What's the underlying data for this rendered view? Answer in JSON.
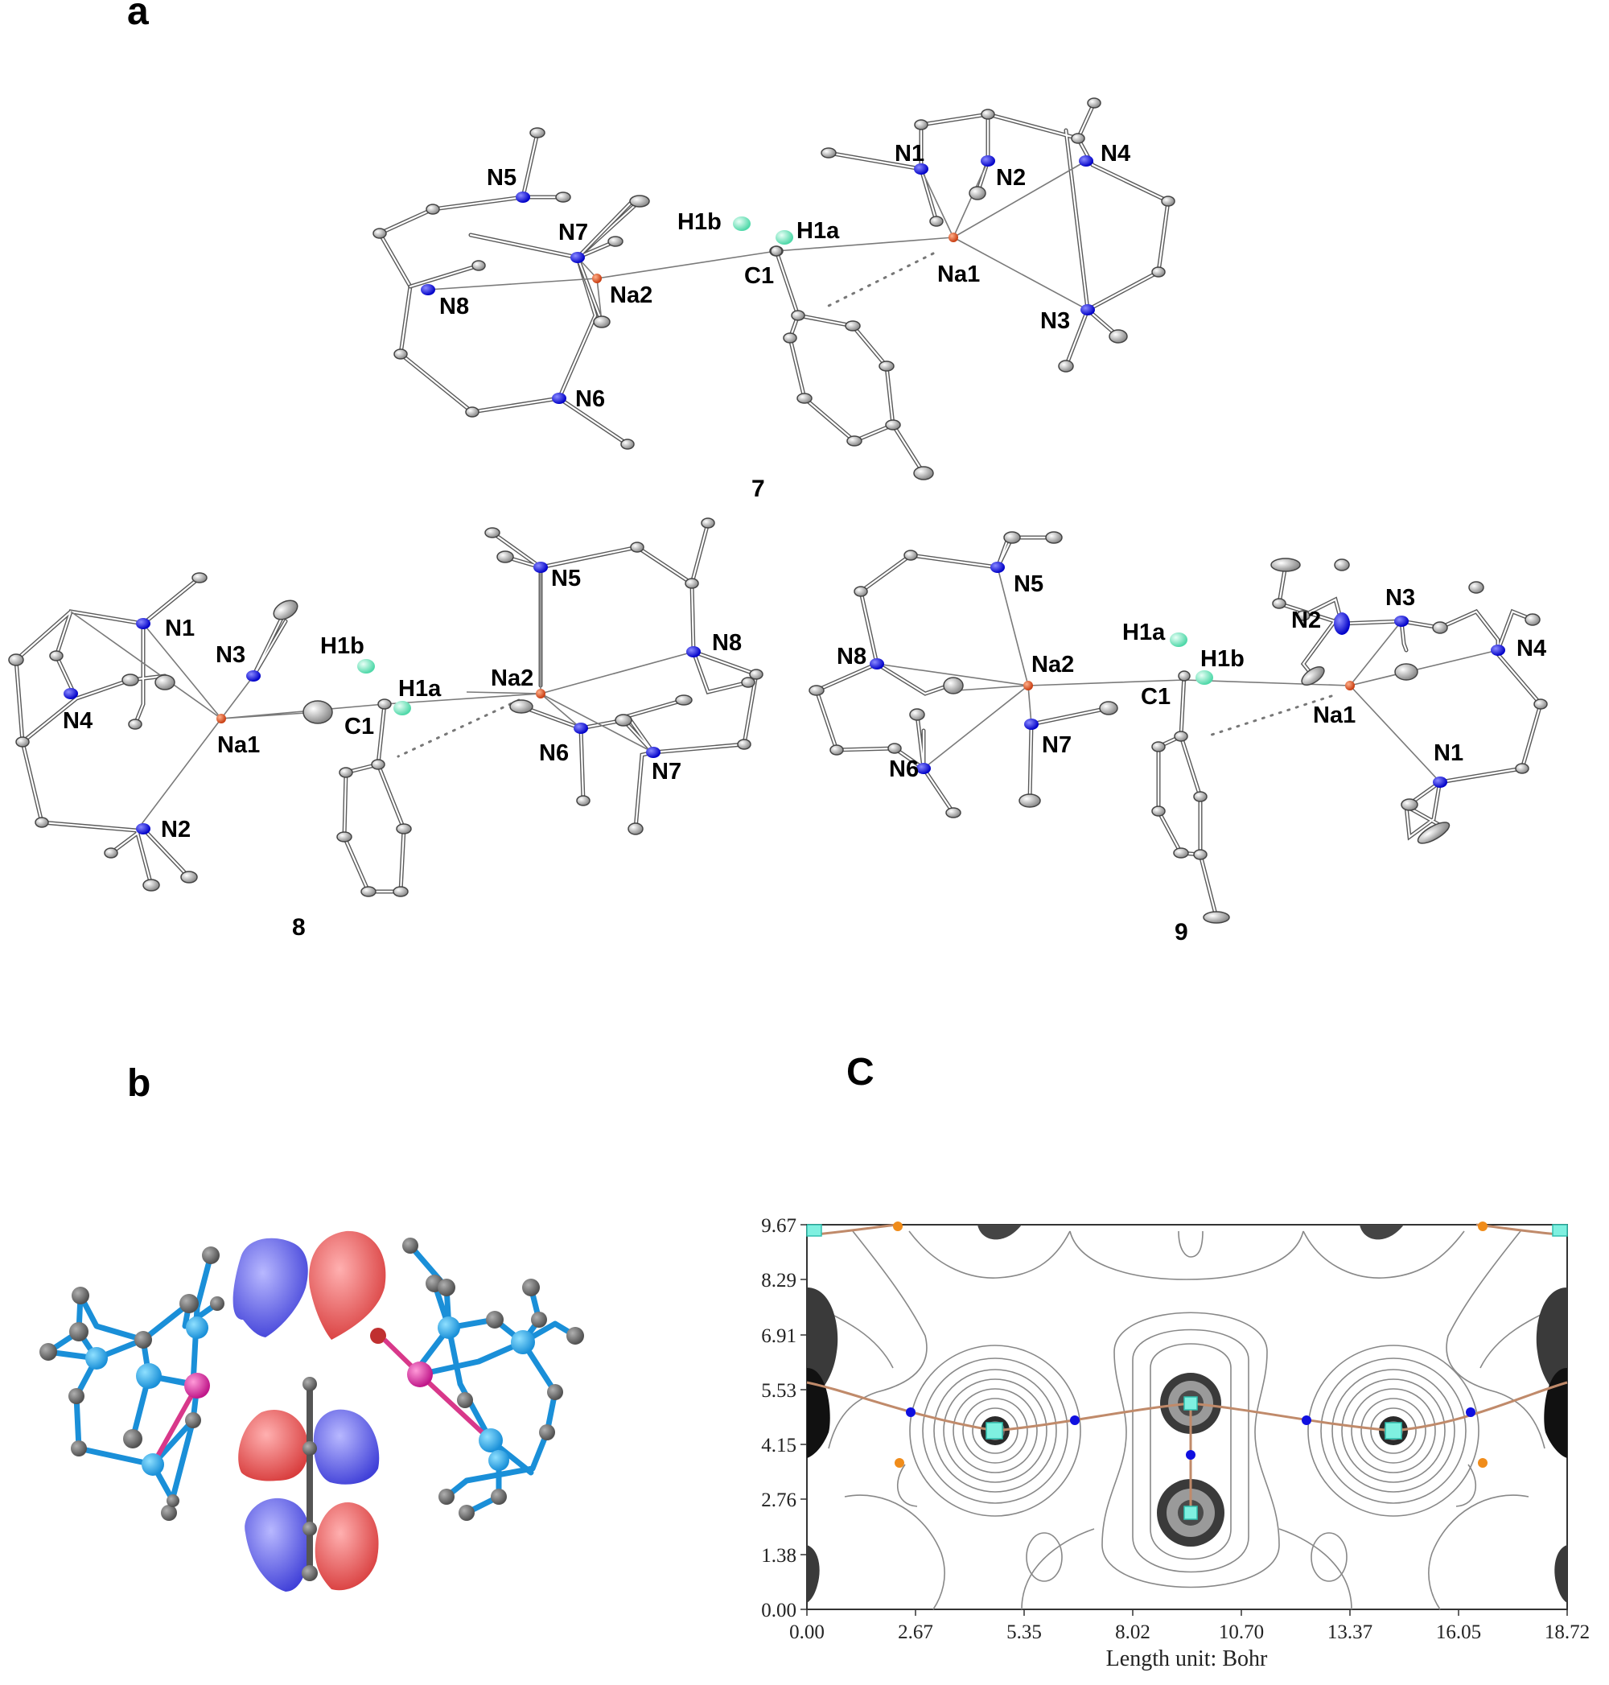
{
  "panels": {
    "a": {
      "letter": "a",
      "structures": [
        {
          "compound": "7",
          "atoms": [
            "N1",
            "N2",
            "N3",
            "N4",
            "N5",
            "N6",
            "N7",
            "N8",
            "Na1",
            "Na2",
            "C1",
            "H1a",
            "H1b"
          ]
        },
        {
          "compound": "8",
          "atoms": [
            "N1",
            "N2",
            "N3",
            "N4",
            "N5",
            "N6",
            "N7",
            "N8",
            "Na1",
            "Na2",
            "C1",
            "H1a",
            "H1b"
          ]
        },
        {
          "compound": "9",
          "atoms": [
            "N1",
            "N2",
            "N3",
            "N4",
            "N5",
            "N6",
            "N7",
            "N8",
            "Na1",
            "Na2",
            "C1",
            "H1a",
            "H1b"
          ]
        }
      ]
    },
    "b": {
      "letter": "b"
    },
    "c": {
      "letter": "C",
      "x_ticks": [
        "0.00",
        "2.67",
        "5.35",
        "8.02",
        "10.70",
        "13.37",
        "16.05",
        "18.72"
      ],
      "y_ticks": [
        "9.67",
        "8.29",
        "6.91",
        "5.53",
        "4.15",
        "2.76",
        "1.38",
        "0.00"
      ],
      "x_axis_label": "Length unit: Bohr"
    }
  },
  "colors": {
    "nitrogen": "#1a1aff",
    "sodium": "#e0501a",
    "hydrogen": "#7ff0c8",
    "orbital_positive": "#e85a5a",
    "orbital_negative": "#5a5ae8",
    "path": "#c08a6a",
    "critical_point_bond": "#1010e0",
    "critical_point_ring": "#f08c1a"
  }
}
